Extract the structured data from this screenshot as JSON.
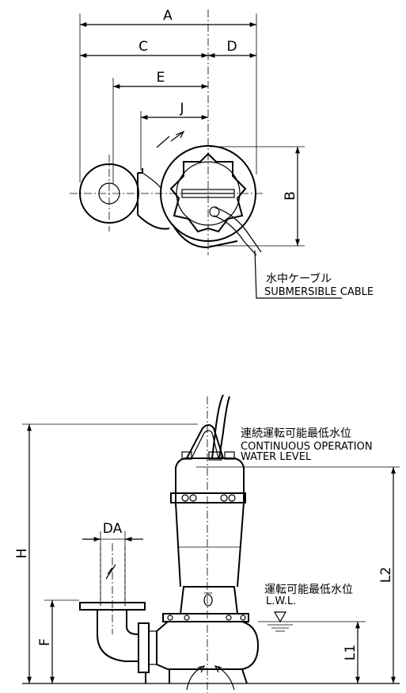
{
  "top_view": {
    "dim_a": "A",
    "dim_b": "B",
    "dim_c": "C",
    "dim_d": "D",
    "dim_e": "E",
    "dim_j": "J",
    "cable_label_jp": "水中ケーブル",
    "cable_label_en": "SUBMERSIBLE CABLE"
  },
  "side_view": {
    "dim_h": "H",
    "dim_f": "F",
    "dim_da": "DA",
    "dim_l1": "L1",
    "dim_l2": "L2",
    "continuous_level_jp": "連続運転可能最低水位",
    "continuous_level_en_line1": "CONTINUOUS OPERATION",
    "continuous_level_en_line2": "WATER LEVEL",
    "lwl_jp": "運転可能最低水位",
    "lwl_en": "L.W.L."
  }
}
